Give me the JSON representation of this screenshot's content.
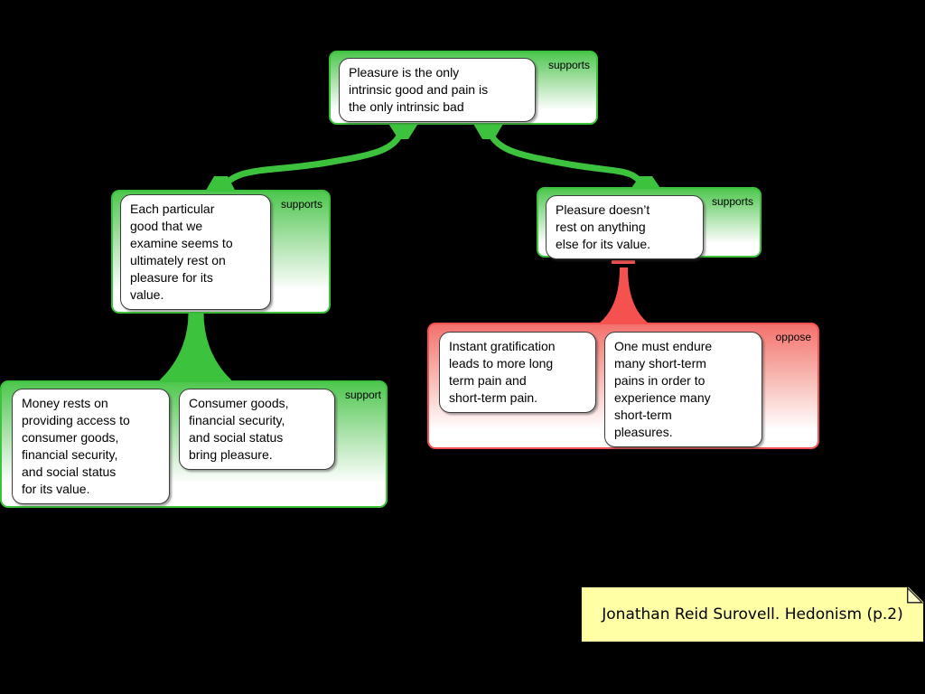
{
  "colors": {
    "canvas_bg": "#000000",
    "green_accent": "#3cc23c",
    "green_top": "#4ec74e",
    "red_accent": "#f4514f",
    "red_top": "#f4716c",
    "box_border": "#3c3c3c",
    "note_bg": "#ffffa6"
  },
  "map": {
    "root": {
      "edge_label": "supports",
      "text": "Pleasure is the only\nintrinsic good and pain is\nthe only intrinsic bad"
    },
    "left": {
      "edge_label": "supports",
      "text": "Each particular\ngood that we\nexamine seems to\nultimately rest on\npleasure for its\nvalue."
    },
    "right": {
      "edge_label": "supports",
      "text": "Pleasure doesn’t\nrest on anything\nelse for its value."
    },
    "support_group": {
      "edge_label": "support",
      "boxes": [
        "Money rests on\nproviding access to\nconsumer goods,\nfinancial security,\nand social status\nfor its value.",
        "Consumer goods,\nfinancial security,\nand social status\nbring pleasure."
      ]
    },
    "oppose_group": {
      "edge_label": "oppose",
      "boxes": [
        "Instant gratification\nleads to more long\nterm pain and\nshort-term pain.",
        "One must endure\nmany short-term\npains in order to\nexperience many\nshort-term\npleasures."
      ]
    }
  },
  "note": {
    "text": "Jonathan Reid Surovell. Hedonism (p.2)"
  }
}
